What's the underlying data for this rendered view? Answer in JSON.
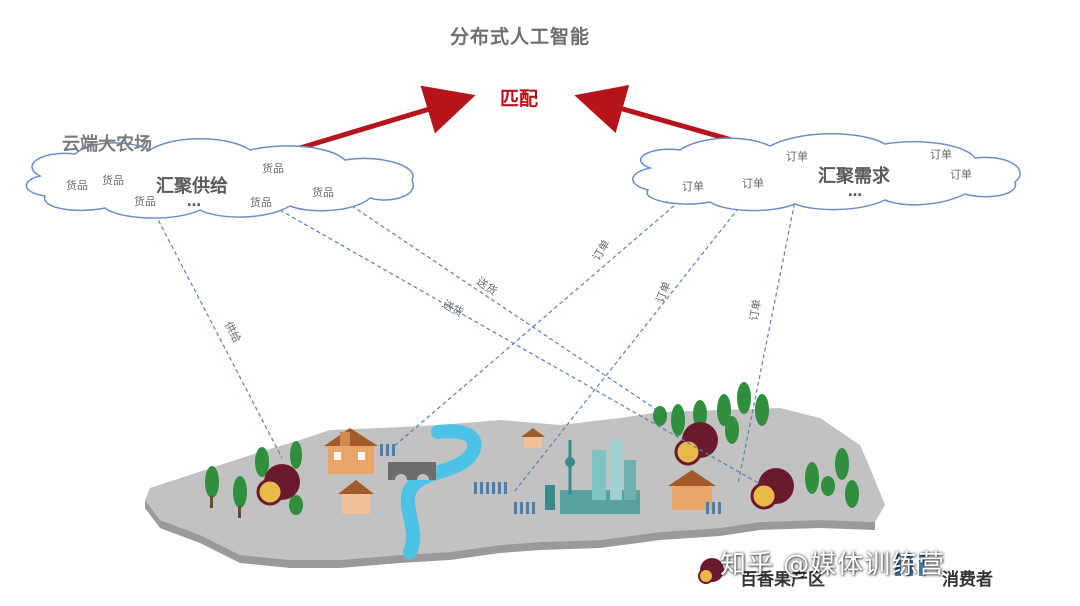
{
  "title": "分布式人工智能",
  "match_label": "匹配",
  "supply_cloud": {
    "farm_label": "云端大农场",
    "main_label": "汇聚供给",
    "item_label": "货品",
    "ellipsis": "…"
  },
  "demand_cloud": {
    "main_label": "汇聚需求",
    "item_label": "订单",
    "ellipsis": "…"
  },
  "edges": {
    "supply": "供给",
    "delivery": "送货",
    "order": "订单"
  },
  "legend": {
    "producer": "百香果产区",
    "consumer": "消费者"
  },
  "watermark": "知乎 @媒体训练营",
  "colors": {
    "arrow": "#b5141a",
    "dashed_line": "#5b7fb5",
    "cloud_stroke": "#6b8fc7",
    "map": "#bdbdbd",
    "river": "#4cc3e6",
    "tree": "#2f8f3e",
    "fruit": "#6b1a2e"
  }
}
